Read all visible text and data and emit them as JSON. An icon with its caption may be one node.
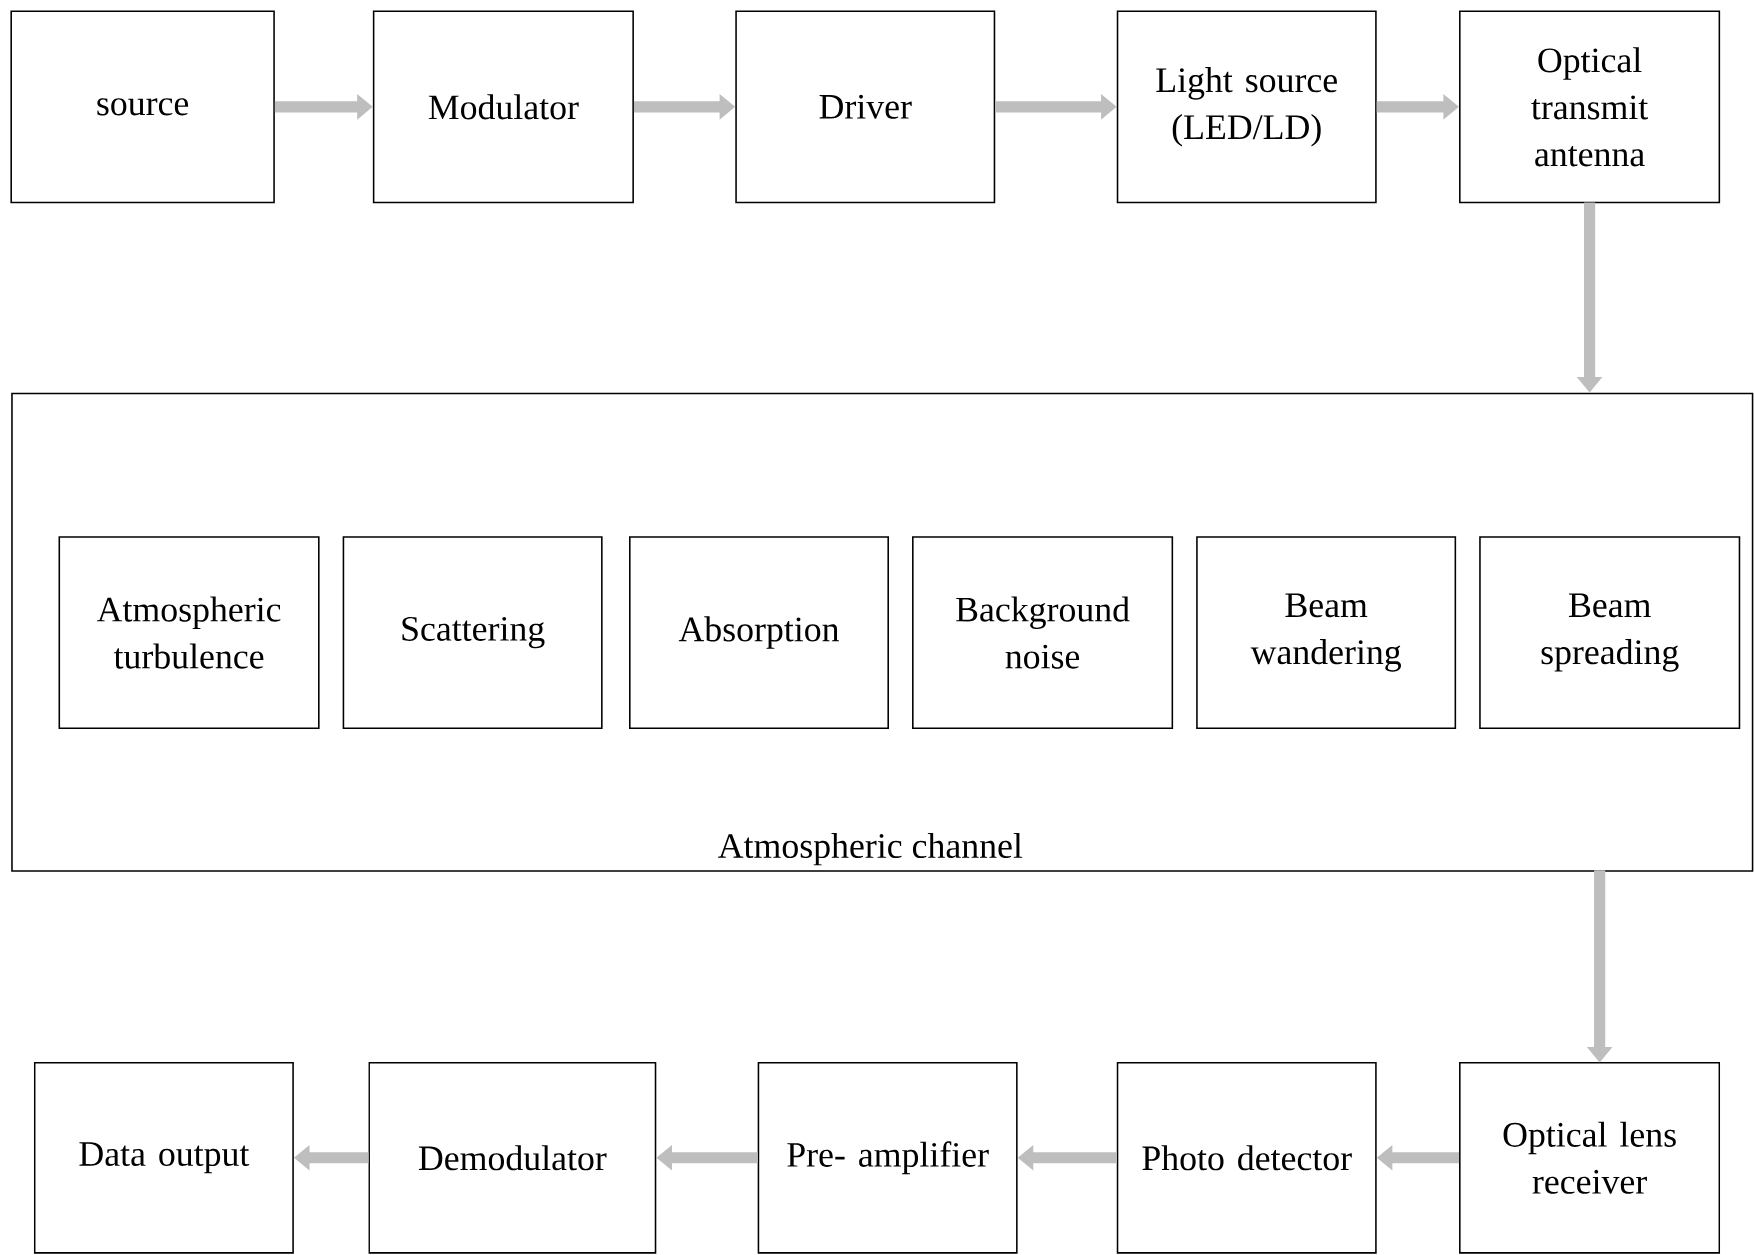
{
  "diagram": {
    "nodes": [
      {
        "text": [
          "source"
        ]
      },
      {
        "text": [
          "Modulator"
        ]
      },
      {
        "text": [
          "Driver"
        ]
      },
      {
        "text": [
          "Light source (LED/LD)"
        ]
      },
      {
        "text": [
          "Optical transmit antenna"
        ]
      },
      {
        "text": [
          "Atmospheric channel"
        ]
      },
      {
        "text": [
          "Atmospheric turbulence"
        ],
        "in": 5
      },
      {
        "text": [
          "Scattering"
        ],
        "in": 5
      },
      {
        "text": [
          "Absorption"
        ],
        "in": 5
      },
      {
        "text": [
          "Background noise"
        ],
        "in": 5
      },
      {
        "text": [
          "Beam wandering"
        ],
        "in": 5
      },
      {
        "text": [
          "Beam spreading"
        ],
        "in": 5
      },
      {
        "text": [
          "Optical lens receiver"
        ]
      },
      {
        "text": [
          "Photo detector"
        ]
      },
      {
        "text": [
          "Pre- amplifier"
        ]
      },
      {
        "text": [
          "Demodulator"
        ]
      },
      {
        "text": [
          "Data output"
        ]
      }
    ],
    "edges": [
      {
        "from": 0,
        "to": 1,
        "arrow": "to"
      },
      {
        "from": 1,
        "to": 2,
        "arrow": "to"
      },
      {
        "from": 2,
        "to": 3,
        "arrow": "to"
      },
      {
        "from": 3,
        "to": 4,
        "arrow": "to"
      },
      {
        "from": 4,
        "to": 5,
        "arrow": "to"
      },
      {
        "from": 5,
        "to": 12,
        "arrow": "to"
      },
      {
        "from": 12,
        "to": 13,
        "arrow": "to"
      },
      {
        "from": 13,
        "to": 14,
        "arrow": "to"
      },
      {
        "from": 14,
        "to": 15,
        "arrow": "to"
      },
      {
        "from": 15,
        "to": 16,
        "arrow": "to"
      }
    ]
  }
}
